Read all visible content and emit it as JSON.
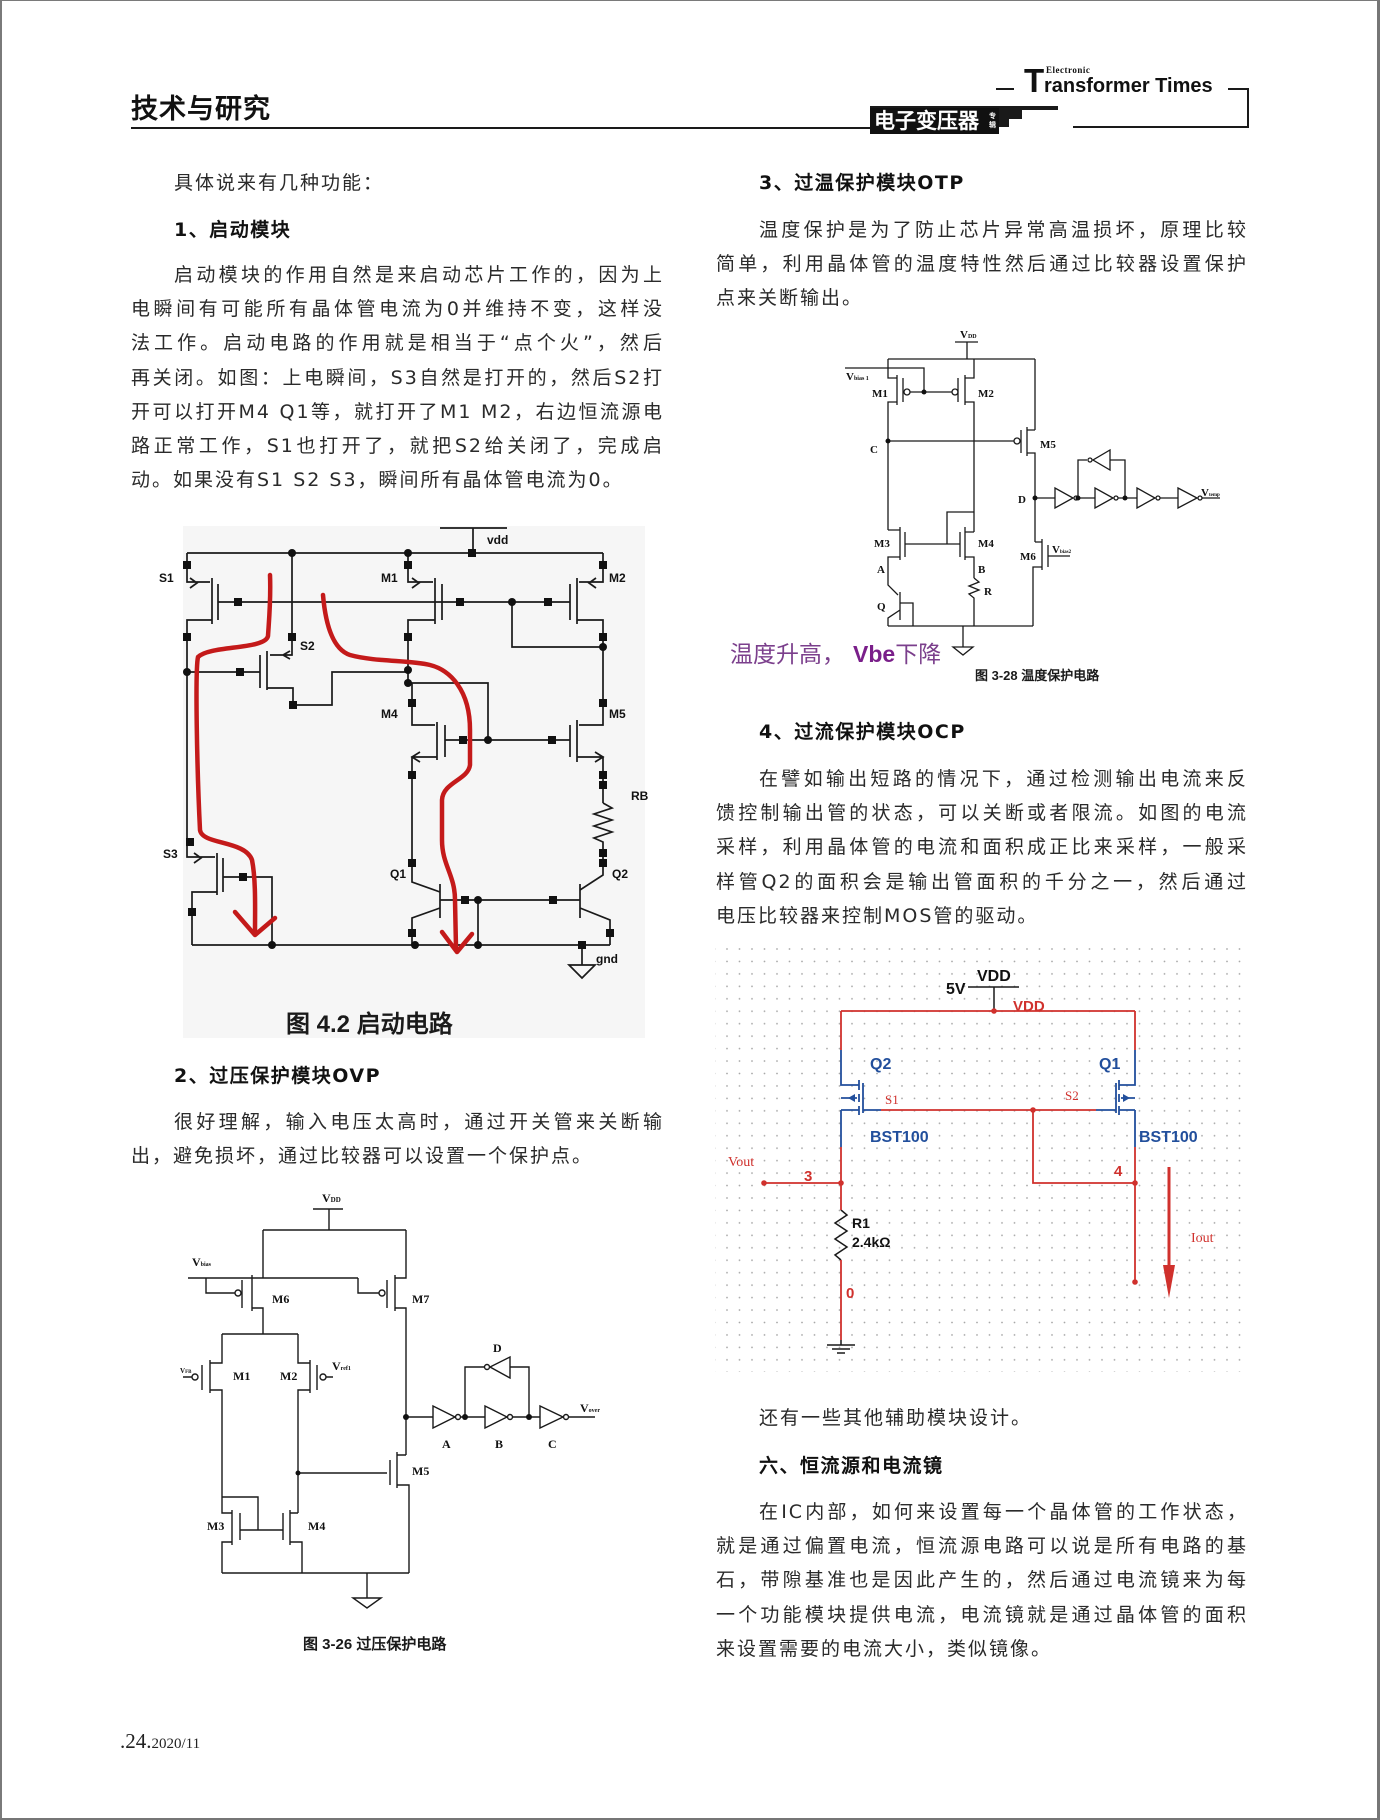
{
  "header": {
    "section_title": "技术与研究",
    "logo_cn": "电子变压器",
    "logo_tag_1": "专",
    "logo_tag_2": "辑",
    "brand_small": "Electronic",
    "brand_initial": "T",
    "brand_rest": "ransformer Times"
  },
  "left_column": {
    "intro": "具体说来有几种功能：",
    "section1": {
      "heading": "1、启动模块",
      "lines": [
        "启动模块的作用自然是来启动芯片工作的，因为上",
        "电瞬间有可能所有晶体管电流为0并维持不变，这样没",
        "法工作。启动电路的作用就是相当于“点个火”，然后",
        "再关闭。如图：上电瞬间，S3自然是打开的，然后S2打",
        "开可以打开M4 Q1等，就打开了M1 M2，右边恒流源电",
        "路正常工作，S1也打开了，就把S2给关闭了，完成启",
        "动。如果没有S1 S2 S3，瞬间所有晶体管电流为0。"
      ]
    },
    "figure_4_2": {
      "caption": "图 4.2 启动电路",
      "labels": {
        "vdd": "vdd",
        "gnd": "gnd",
        "s1": "S1",
        "s2": "S2",
        "s3": "S3",
        "m1": "M1",
        "m2": "M2",
        "m4": "M4",
        "m5": "M5",
        "rb": "RB",
        "q1": "Q1",
        "q2": "Q2"
      },
      "annotation_color": "#c41a1a"
    },
    "section2": {
      "heading": "2、过压保护模块OVP",
      "lines": [
        "很好理解，输入电压太高时，通过开关管来关断输",
        "出，避免损坏，通过比较器可以设置一个保护点。"
      ]
    },
    "figure_3_26": {
      "caption": "图 3-26 过压保护电路",
      "labels": {
        "vdd": [
          "V",
          "DD"
        ],
        "vbias": [
          "V",
          "bias"
        ],
        "vfb": [
          "V",
          "FB"
        ],
        "vref1": [
          "V",
          "ref1"
        ],
        "vover": [
          "V",
          "over"
        ],
        "m1": "M1",
        "m2": "M2",
        "m3": "M3",
        "m4": "M4",
        "m5": "M5",
        "m6": "M6",
        "m7": "M7",
        "a": "A",
        "b": "B",
        "c": "C",
        "d": "D"
      }
    }
  },
  "right_column": {
    "section3": {
      "heading": "3、过温保护模块OTP",
      "lines": [
        "温度保护是为了防止芯片异常高温损坏，原理比较",
        "简单，利用晶体管的温度特性然后通过比较器设置保护",
        "点来关断输出。"
      ]
    },
    "figure_3_28": {
      "caption": "图 3-28 温度保护电路",
      "annotation": {
        "text_1": "温度升高，",
        "text_2": "Vbe",
        "text_3": "下降",
        "color": "#7b3f8c"
      },
      "labels": {
        "vdd": [
          "V",
          "DD"
        ],
        "vbias1": [
          "V",
          "bias 1"
        ],
        "vbias2": [
          "V",
          "bias2"
        ],
        "vtemp": [
          "V",
          "temp"
        ],
        "m1": "M1",
        "m2": "M2",
        "m3": "M3",
        "m4": "M4",
        "m5": "M5",
        "m6": "M6",
        "a": "A",
        "b": "B",
        "c": "C",
        "d": "D",
        "r": "R",
        "q": "Q"
      }
    },
    "section4": {
      "heading": "4、过流保护模块OCP",
      "lines": [
        "在譬如输出短路的情况下，通过检测输出电流来反",
        "馈控制输出管的状态，可以关断或者限流。如图的电流",
        "采样，利用晶体管的电流和面积成正比来采样，一般采",
        "样管Q2的面积会是输出管面积的千分之一，然后通过",
        "电压比较器来控制MOS管的驱动。"
      ]
    },
    "figure_ocp": {
      "labels": {
        "supply": "5V",
        "vdd_source": "VDD",
        "vdd_net": "VDD",
        "q1": "Q1",
        "q2": "Q2",
        "s1": "S1",
        "s2": "S2",
        "q1_model": "BST100",
        "q2_model": "BST100",
        "vout": "Vout",
        "node_3": "3",
        "node_4": "4",
        "node_0": "0",
        "r1": "R1",
        "r1_value": "2.4kΩ",
        "iout": "Iout"
      },
      "colors": {
        "net": "#d0312d",
        "device": "#224f9c"
      }
    },
    "note": "还有一些其他辅助模块设计。",
    "section6": {
      "heading": "六、恒流源和电流镜",
      "lines": [
        "在IC内部，如何来设置每一个晶体管的工作状态，",
        "就是通过偏置电流，恒流源电路可以说是所有电路的基",
        "石，带隙基准也是因此产生的，然后通过电流镜来为每",
        "一个功能模块提供电流，电流镜就是通过晶体管的面积",
        "来设置需要的电流大小，类似镜像。"
      ]
    }
  },
  "footer": {
    "page_number": ".24.",
    "issue": "2020/11"
  }
}
